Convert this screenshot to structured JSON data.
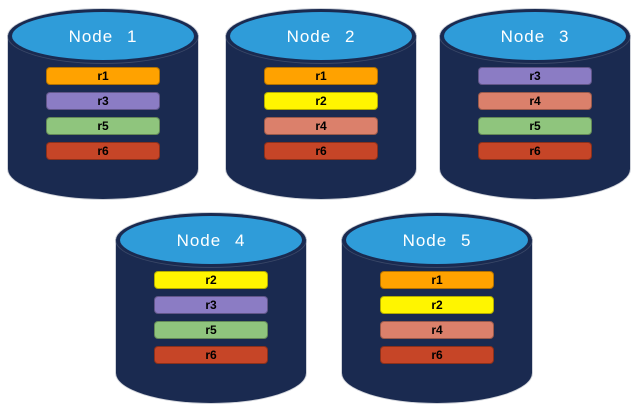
{
  "canvas": {
    "background": "#FFFFFF"
  },
  "diagram": {
    "colors": {
      "cylinder_body": "#1A2A50",
      "cylinder_top": "#2F9CD9",
      "title_text": "#FFFFFF",
      "bar_text": "#000000",
      "replica_colors": {
        "r1": "#FFA200",
        "r2": "#FFF500",
        "r3": "#8B7CC4",
        "r4": "#DB806B",
        "r5": "#8FC57D",
        "r6": "#C64527"
      }
    },
    "nodes": [
      {
        "label": "Node 1",
        "replicas": [
          "r1",
          "r3",
          "r5",
          "r6"
        ]
      },
      {
        "label": "Node 2",
        "replicas": [
          "r1",
          "r2",
          "r4",
          "r6"
        ]
      },
      {
        "label": "Node 3",
        "replicas": [
          "r3",
          "r4",
          "r5",
          "r6"
        ]
      },
      {
        "label": "Node 4",
        "replicas": [
          "r2",
          "r3",
          "r5",
          "r6"
        ]
      },
      {
        "label": "Node 5",
        "replicas": [
          "r1",
          "r2",
          "r4",
          "r6"
        ]
      }
    ]
  }
}
